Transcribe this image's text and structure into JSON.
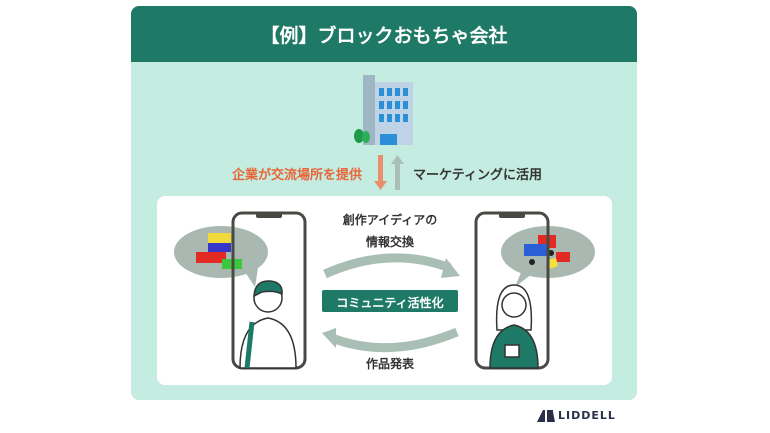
{
  "header": {
    "title": "【例】ブロックおもちゃ会社"
  },
  "company": {
    "provide_label": "企業が交流場所を提供",
    "marketing_label": "マーケティングに活用"
  },
  "exchange": {
    "top_label_line1": "創作アイディアの",
    "top_label_line2": "情報交換",
    "center_label": "コミュニティ活性化",
    "bottom_label": "作品発表"
  },
  "logo": {
    "text": "LIDDELL"
  },
  "colors": {
    "primary": "#1e7a66",
    "mint": "#c4ece0",
    "orange": "#e8673a",
    "arrow_gray": "#a9bfb6"
  }
}
